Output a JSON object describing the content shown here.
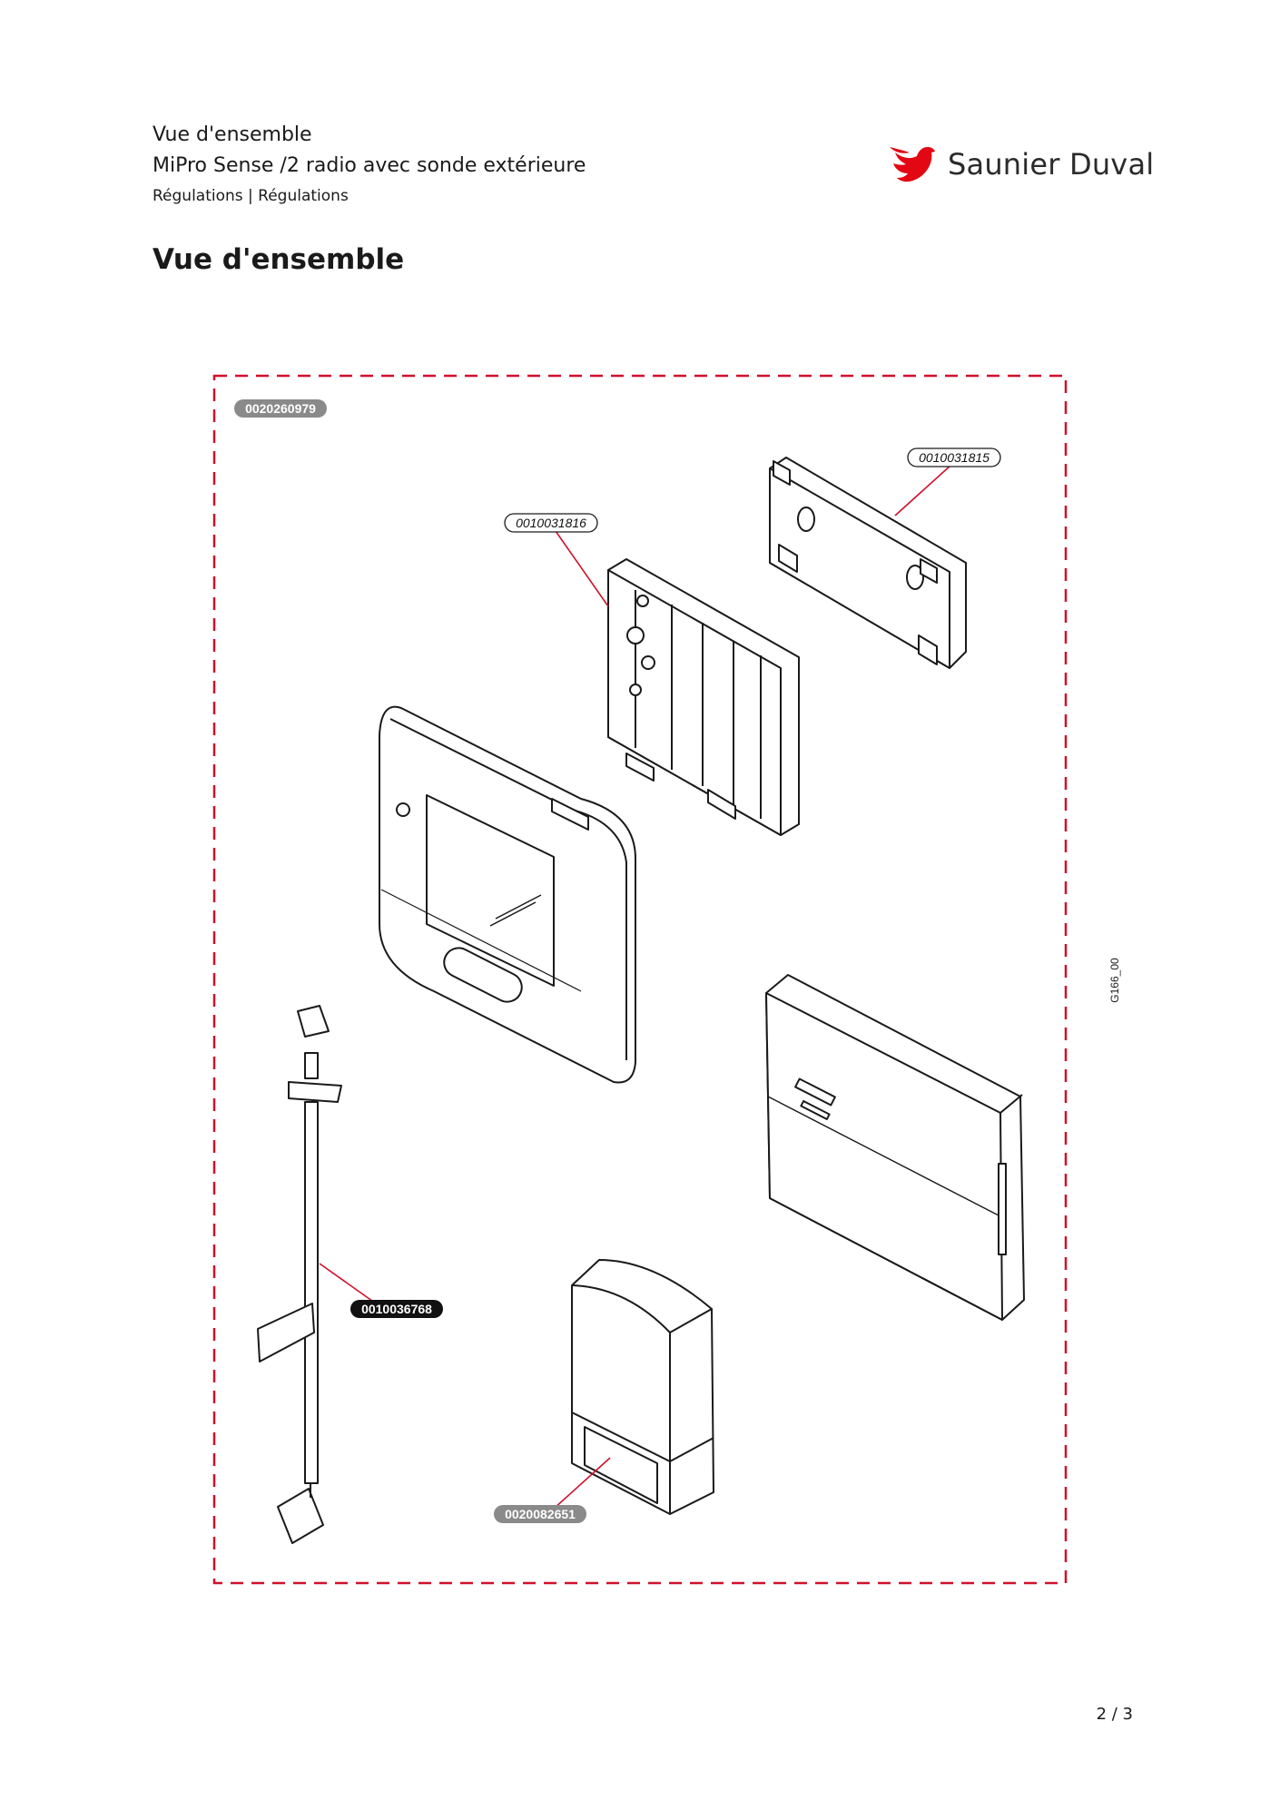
{
  "header": {
    "title": "Vue d'ensemble",
    "product": "MiPro Sense /2 radio avec sonde extérieure",
    "category": "Régulations | Régulations"
  },
  "brand": {
    "name": "Saunier Duval",
    "color": "#e30613"
  },
  "heading": "Vue d'ensemble",
  "diagram": {
    "frame_color": "#d0102a",
    "drawing_id": "G166_00",
    "parts": [
      {
        "ref": "0020260979",
        "style": "grey",
        "part": "kit"
      },
      {
        "ref": "0010031815",
        "style": "outline",
        "part": "wall-bracket"
      },
      {
        "ref": "0010031816",
        "style": "outline",
        "part": "battery-holder"
      },
      {
        "ref": "0010036768",
        "style": "dark",
        "part": "cable"
      },
      {
        "ref": "0020082651",
        "style": "grey",
        "part": "outdoor-sensor"
      }
    ]
  },
  "footer": {
    "page": "2 / 3"
  }
}
